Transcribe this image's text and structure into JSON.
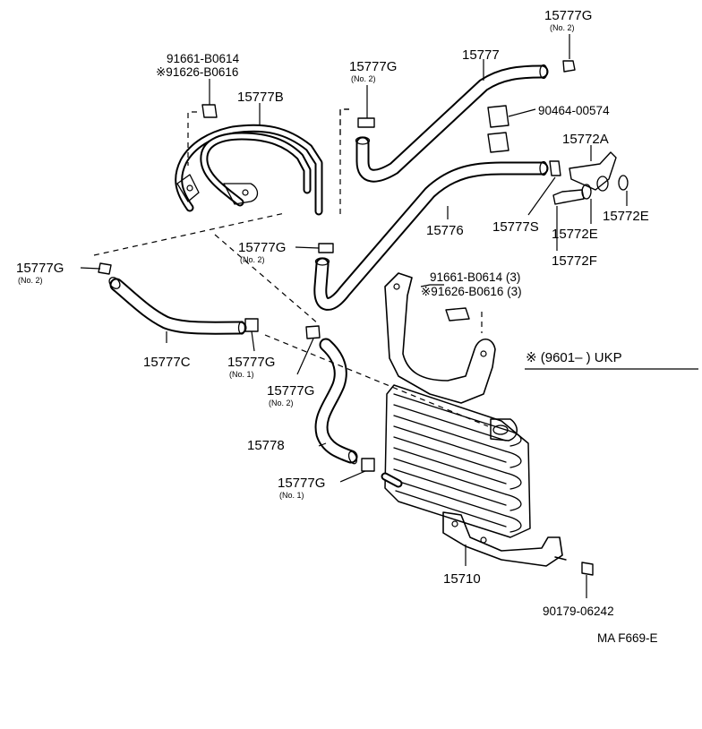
{
  "diagram": {
    "labels": {
      "clamp_top": "15777G",
      "clamp_top_sub": "(No. 2)",
      "hose_15777": "15777",
      "clamp_mid": "15777G",
      "clamp_mid_sub": "(No. 2)",
      "bolt_a1": "91661-B0614",
      "bolt_a2": "※91626-B0616",
      "pipe_15777b": "15777B",
      "clip_90464": "90464-00574",
      "union_15772a": "15772A",
      "gasket_e1": "15772E",
      "gasket_e2": "15772E",
      "bolt_15772f": "15772F",
      "clamp_15777s": "15777S",
      "hose_15776": "15776",
      "clamp_center": "15777G",
      "clamp_center_sub": "(No. 2)",
      "clamp_left": "15777G",
      "clamp_left_sub": "(No. 2)",
      "bolt_b1": "91661-B0614 (3)",
      "bolt_b2": "※91626-B0616 (3)",
      "ukp_note": "※ (9601–        ) UKP",
      "hose_15777c": "15777C",
      "clamp_no1_a": "15777G",
      "clamp_no1_a_sub": "(No. 1)",
      "clamp_lower": "15777G",
      "clamp_lower_sub": "(No. 2)",
      "hose_15778": "15778",
      "clamp_no1_b": "15777G",
      "clamp_no1_b_sub": "(No. 1)",
      "cooler_15710": "15710",
      "nut_90179": "90179-06242",
      "figure_code": "MA F669-E"
    }
  }
}
